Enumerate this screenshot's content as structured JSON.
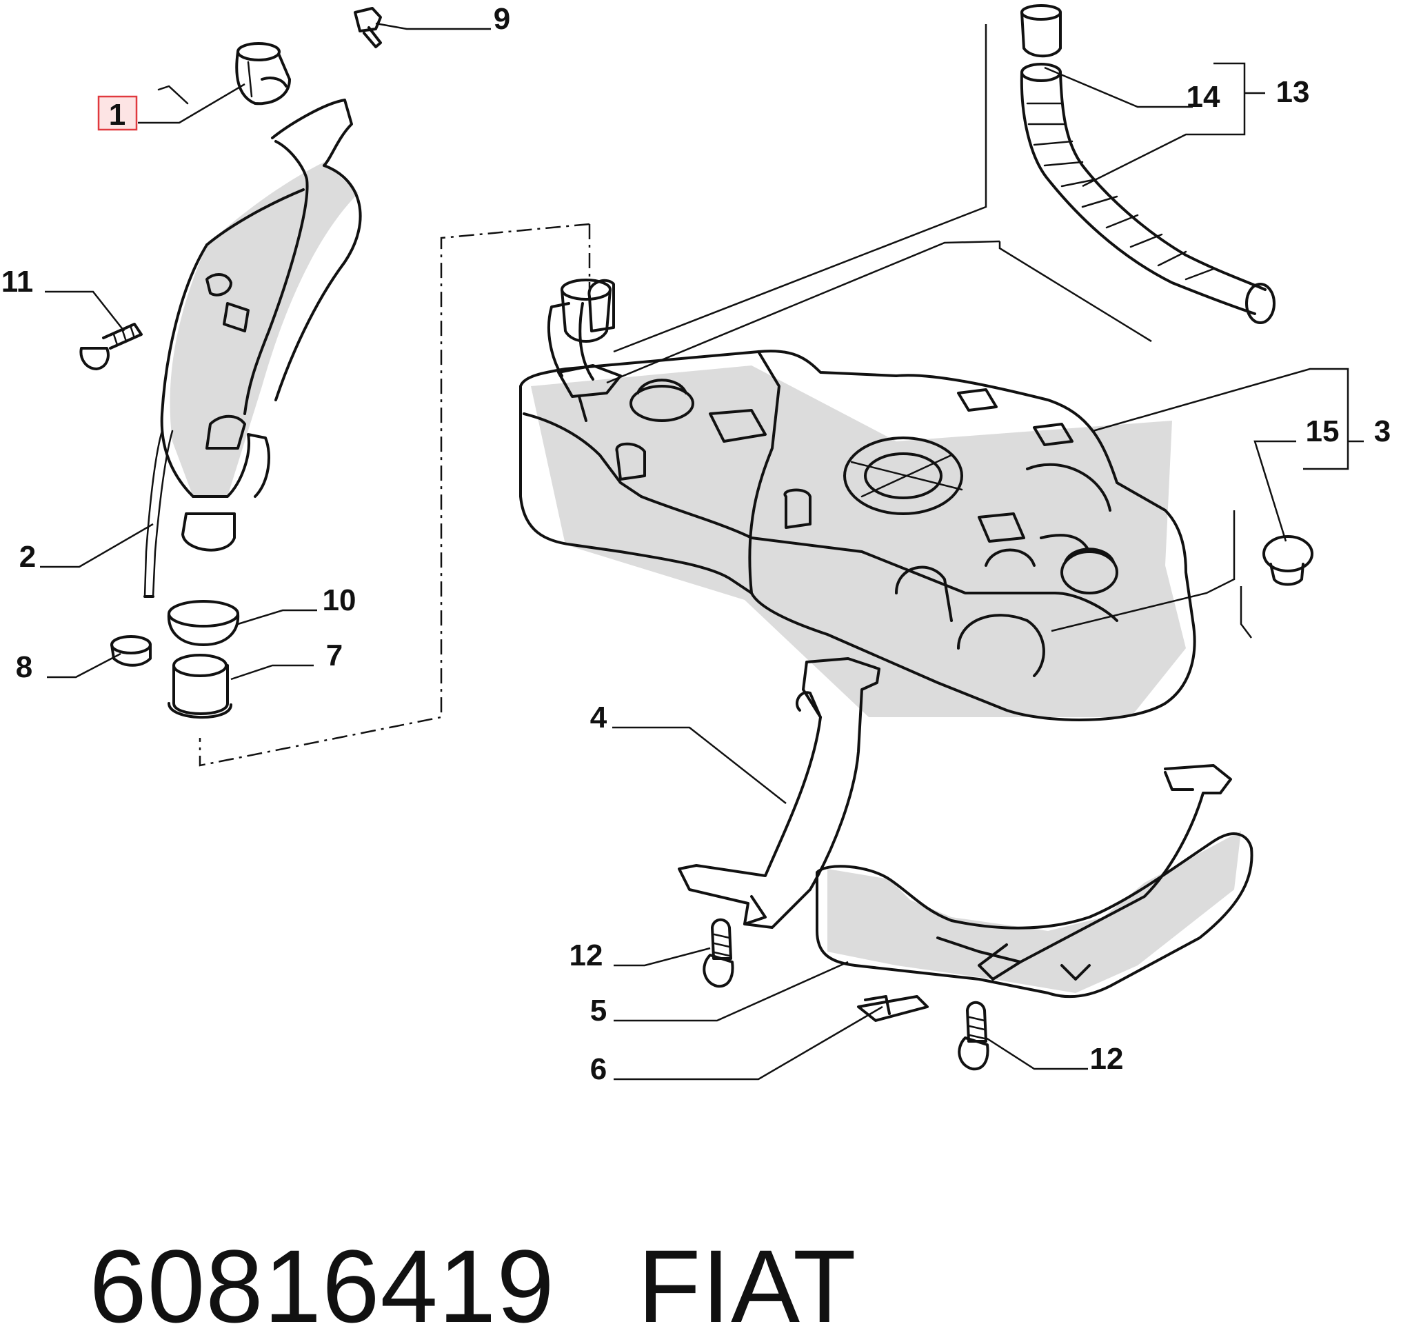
{
  "diagram": {
    "labels": {
      "l1": "1",
      "l2": "2",
      "l3": "3",
      "l4": "4",
      "l5": "5",
      "l6": "6",
      "l7": "7",
      "l8": "8",
      "l9": "9",
      "l10": "10",
      "l11": "11",
      "l12a": "12",
      "l12b": "12",
      "l13": "13",
      "l14": "14",
      "l15": "15"
    },
    "highlighted_label": "1",
    "highlight_color": "#e0393e",
    "highlight_fill": "#fde4e4"
  },
  "footer": {
    "part_number": "60816419",
    "brand": "FIAT"
  }
}
